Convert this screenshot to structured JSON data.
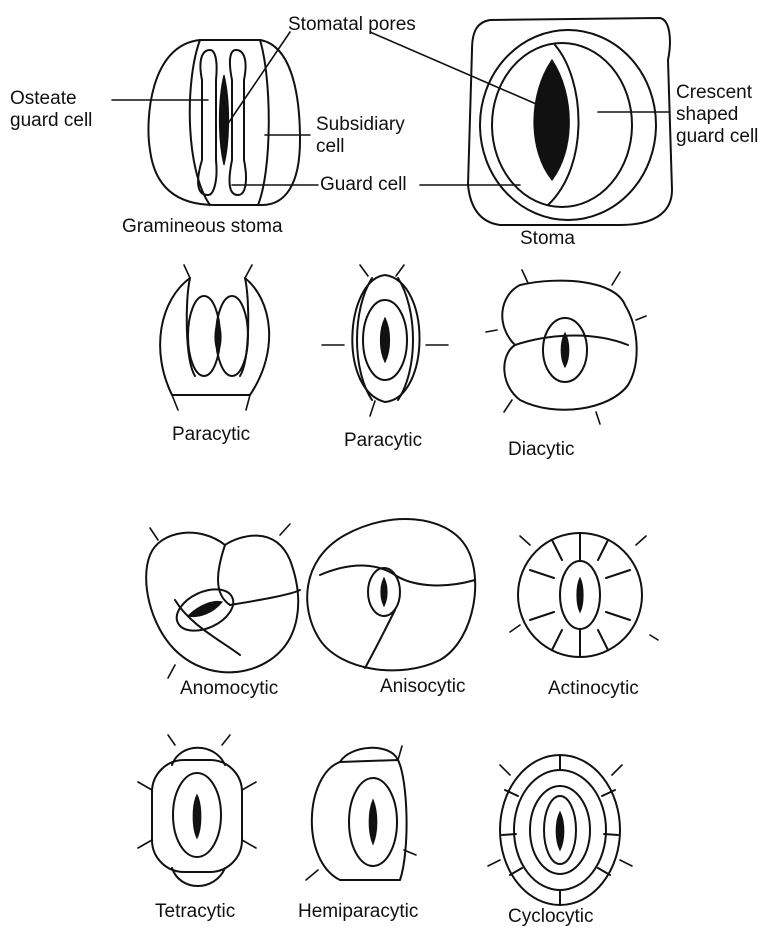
{
  "labels": {
    "stomatal_pores": "Stomatal pores",
    "osteate_line1": "Osteate",
    "osteate_line2": "guard cell",
    "subsidiary_line1": "Subsidiary",
    "subsidiary_line2": "cell",
    "guard_cell": "Guard cell",
    "crescent_line1": "Crescent",
    "crescent_line2": "shaped",
    "crescent_line3": "guard cell",
    "gramineous_stoma": "Gramineous stoma",
    "stoma": "Stoma"
  },
  "types": [
    {
      "name": "Paracytic"
    },
    {
      "name": "Paracytic"
    },
    {
      "name": "Diacytic"
    },
    {
      "name": "Anomocytic"
    },
    {
      "name": "Anisocytic"
    },
    {
      "name": "Actinocytic"
    },
    {
      "name": "Tetracytic"
    },
    {
      "name": "Hemiparacytic"
    },
    {
      "name": "Cyclocytic"
    }
  ]
}
